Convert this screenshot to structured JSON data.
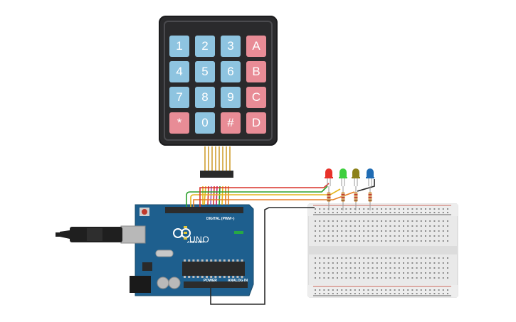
{
  "keypad": {
    "rows": [
      [
        {
          "label": "1",
          "kind": "num"
        },
        {
          "label": "2",
          "kind": "num"
        },
        {
          "label": "3",
          "kind": "num"
        },
        {
          "label": "A",
          "kind": "alt"
        }
      ],
      [
        {
          "label": "4",
          "kind": "num"
        },
        {
          "label": "5",
          "kind": "num"
        },
        {
          "label": "6",
          "kind": "num"
        },
        {
          "label": "B",
          "kind": "alt"
        }
      ],
      [
        {
          "label": "7",
          "kind": "num"
        },
        {
          "label": "8",
          "kind": "num"
        },
        {
          "label": "9",
          "kind": "num"
        },
        {
          "label": "C",
          "kind": "alt"
        }
      ],
      [
        {
          "label": "*",
          "kind": "alt"
        },
        {
          "label": "0",
          "kind": "num"
        },
        {
          "label": "#",
          "kind": "alt"
        },
        {
          "label": "D",
          "kind": "alt"
        }
      ]
    ]
  },
  "arduino": {
    "brand": "UNO",
    "brand_sub": "ARDUINO",
    "digital_label": "DIGITAL (PWM~)",
    "power_label": "POWER",
    "analog_label": "ANALOG IN"
  },
  "leds": [
    {
      "color": "red",
      "hex": "#e8322a"
    },
    {
      "color": "green",
      "hex": "#3ecf3e"
    },
    {
      "color": "olive",
      "hex": "#8c8118"
    },
    {
      "color": "blue",
      "hex": "#1f6cb4"
    }
  ],
  "colors": {
    "board": "#1e5f8e",
    "keypad_body": "#2a2a2c",
    "key_number": "#8ec4e0",
    "key_letter": "#e88c96",
    "breadboard": "#e6e6e6",
    "wire_red": "#d8322a",
    "wire_yellow": "#e4b418",
    "wire_green": "#2ca02c",
    "wire_black": "#2a2a2a"
  }
}
